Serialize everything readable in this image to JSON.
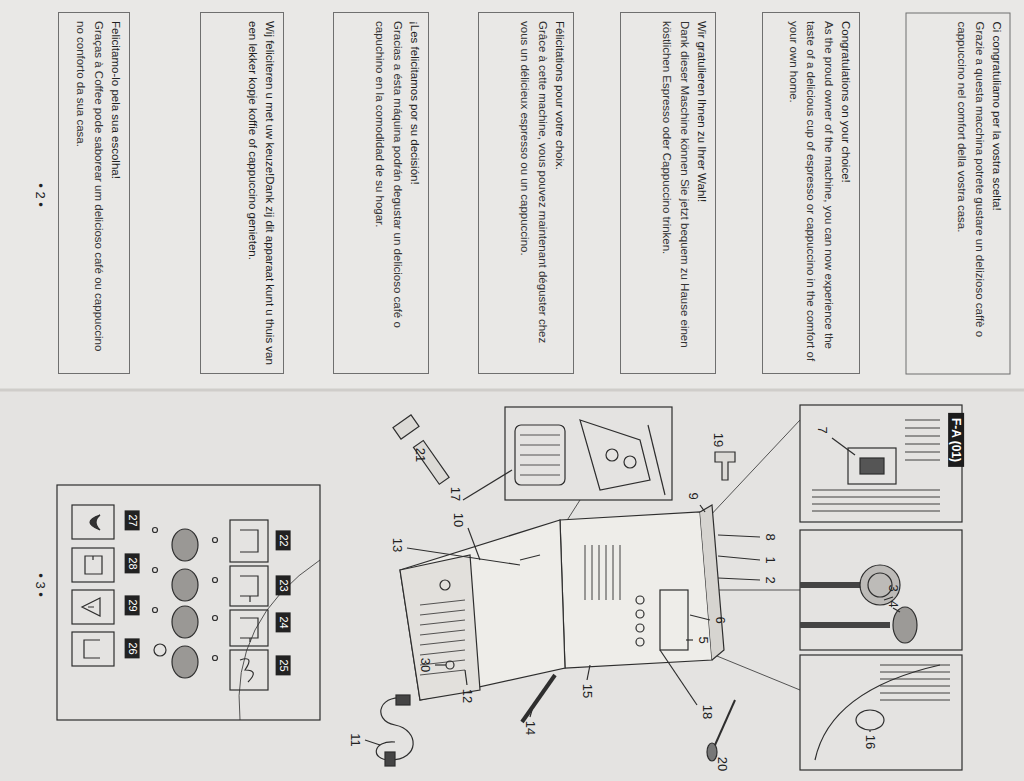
{
  "diagram": {
    "nodes": [
      {
        "text": [
          "Ci congratuliamo per la vostra scelta!",
          "Grazie a questa macchina potrete gustare un delizioso caffè o cappuccino nel comfort della vostra casa."
        ]
      },
      {
        "text": [
          "Congratulations on your choice!",
          "As the proud owner of the machine, you can now experience the taste of a delicious cup of espresso or cappuccino in the comfort of your own home."
        ]
      },
      {
        "text": [
          "Wir gratulieren Ihnen zu Ihrer Wahl!",
          "Dank dieser Maschine können Sie jetzt bequem zu Hause einen köstlichen Espresso oder Cappuccino trinken."
        ]
      },
      {
        "text": [
          "Félicitations pour votre choix.",
          "Grâce à cette machine, vous pouvez maintenant déguster chez vous un délicieux espresso ou un cappuccino."
        ]
      },
      {
        "text": [
          "¡Les felicitamos por su decisión!",
          "Gracias a ésta máquina podrán degustar un delicioso café o capuchino en la comodidad de su hogar."
        ]
      },
      {
        "text": [
          "Wij feliciteren u met uw keuze!Dank zij dit apparaat kunt u thuis van een lekker kopje koffie of cappuccino genieten."
        ]
      },
      {
        "text": [
          "Felicitamo-lo pela sua escolha!",
          "Graças à Coffee pode saborear um delicioso café ou cappuccino no conforto da sua casa."
        ]
      },
      {
        "text": [
          "F-A (01)"
        ]
      },
      {
        "text": [
          "22"
        ]
      },
      {
        "text": [
          "23"
        ]
      },
      {
        "text": [
          "24"
        ]
      },
      {
        "text": [
          "25"
        ]
      },
      {
        "text": [
          "27"
        ]
      },
      {
        "text": [
          "28"
        ]
      },
      {
        "text": [
          "29"
        ]
      },
      {
        "text": [
          "26"
        ]
      }
    ],
    "labels": [
      "7",
      "19",
      "9",
      "8",
      "1",
      "2",
      "3",
      "4",
      "6",
      "5",
      "18",
      "16",
      "20",
      "17",
      "10",
      "13",
      "15",
      "21",
      "30",
      "12",
      "14",
      "11",
      "• 2 •",
      "• 3 •"
    ]
  }
}
